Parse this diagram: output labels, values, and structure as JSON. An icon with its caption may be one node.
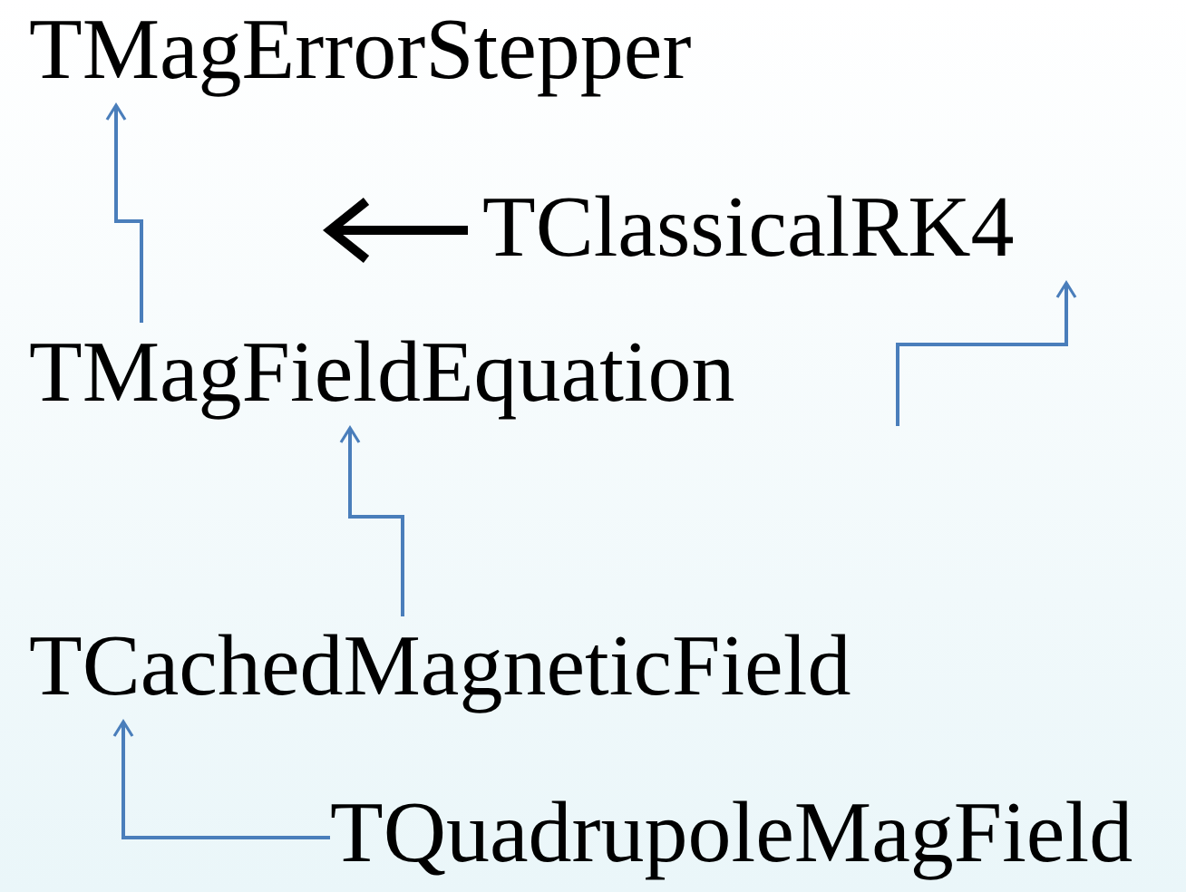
{
  "diagram": {
    "nodes": [
      {
        "text": [
          "TMagErrorStepper"
        ]
      },
      {
        "text": [
          "TClassicalRK4"
        ]
      },
      {
        "text": [
          "TMagFieldEquation"
        ]
      },
      {
        "text": [
          "TCachedMagneticField"
        ]
      },
      {
        "text": [
          "TQuadrupoleMagField"
        ]
      }
    ],
    "edges": [
      {
        "from": 2,
        "to": 0,
        "arrow": "to"
      },
      {
        "from": 1,
        "to": null,
        "arrow": "to",
        "style": "thick",
        "color": "#000000"
      },
      {
        "from": null,
        "to": 1,
        "arrow": "to"
      },
      {
        "from": 3,
        "to": 2,
        "arrow": "to"
      },
      {
        "from": 4,
        "to": 3,
        "arrow": "to"
      }
    ]
  }
}
